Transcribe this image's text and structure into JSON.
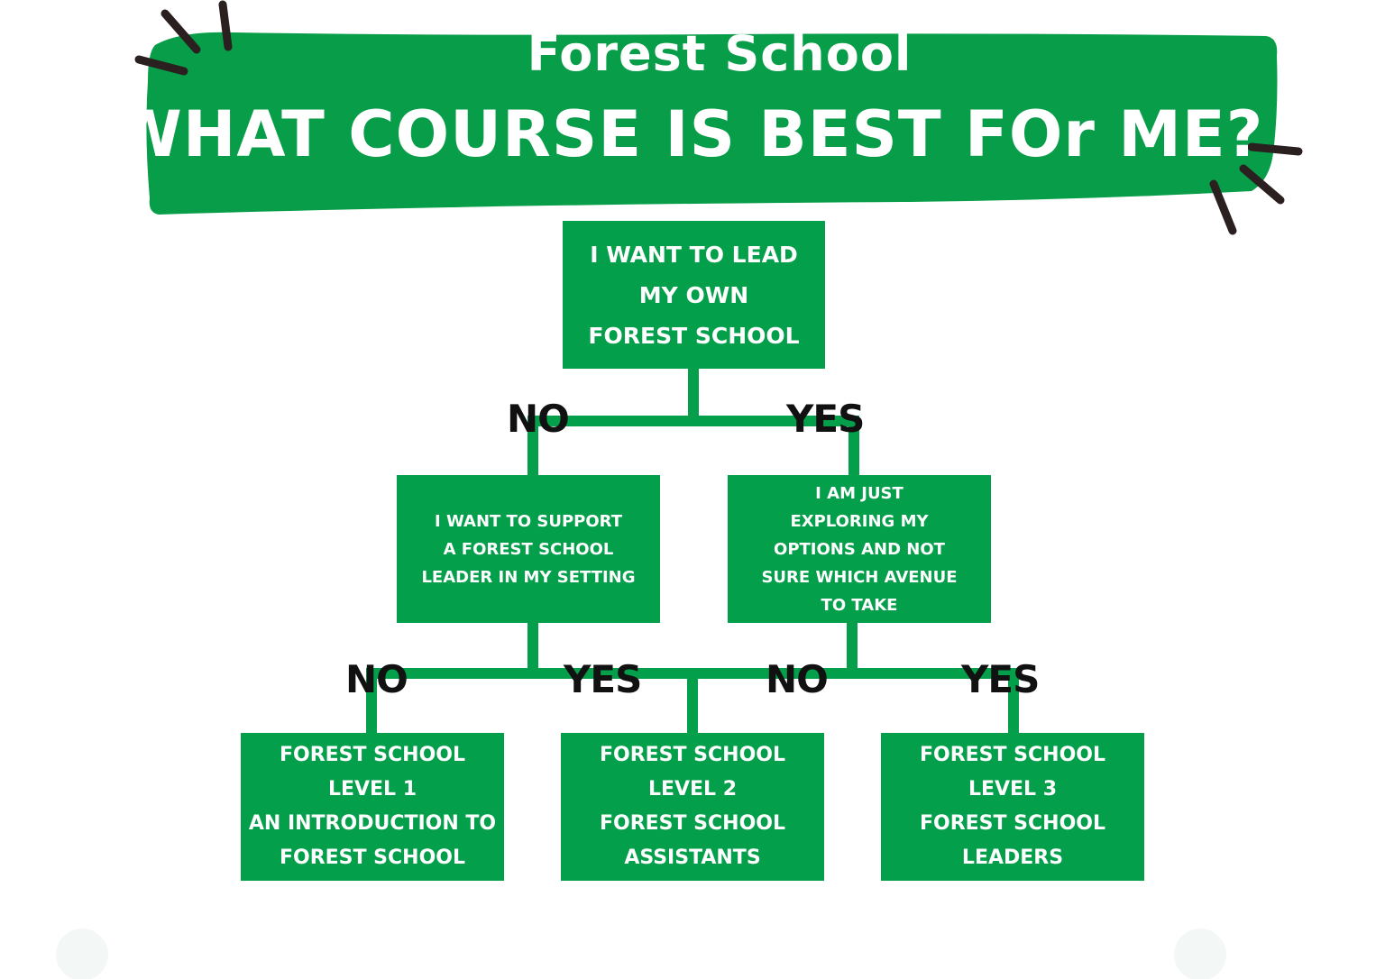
{
  "header": {
    "subtitle": "Forest School",
    "title": "WHAT COURSE IS BEST FOr ME?"
  },
  "colors": {
    "node_green": "#049f4b",
    "banner_green": "#089d48",
    "text_white": "#ffffff",
    "label_black": "#111111",
    "tick_marks": "#2b2020"
  },
  "nodes": {
    "root": {
      "lines": [
        "I WANT TO LEAD",
        "MY OWN",
        "FOREST SCHOOL"
      ]
    },
    "support": {
      "lines": [
        "I WANT TO SUPPORT",
        "A FOREST SCHOOL",
        "LEADER IN MY SETTING"
      ]
    },
    "exploring": {
      "lines": [
        "I AM JUST",
        "EXPLORING MY",
        "OPTIONS AND NOT",
        "SURE WHICH AVENUE",
        "TO TAKE"
      ]
    },
    "level1": {
      "lines": [
        "FOREST SCHOOL",
        "LEVEL 1",
        "AN INTRODUCTION TO",
        "FOREST SCHOOL"
      ]
    },
    "level2": {
      "lines": [
        "FOREST SCHOOL",
        "LEVEL 2",
        "FOREST SCHOOL",
        "ASSISTANTS"
      ]
    },
    "level3": {
      "lines": [
        "FOREST SCHOOL",
        "LEVEL 3",
        "FOREST SCHOOL",
        "LEADERS"
      ]
    }
  },
  "edge_labels": {
    "root_no": "NO",
    "root_yes": "YES",
    "support_no": "NO",
    "support_yes": "YES",
    "exploring_no": "NO",
    "exploring_yes": "YES"
  }
}
